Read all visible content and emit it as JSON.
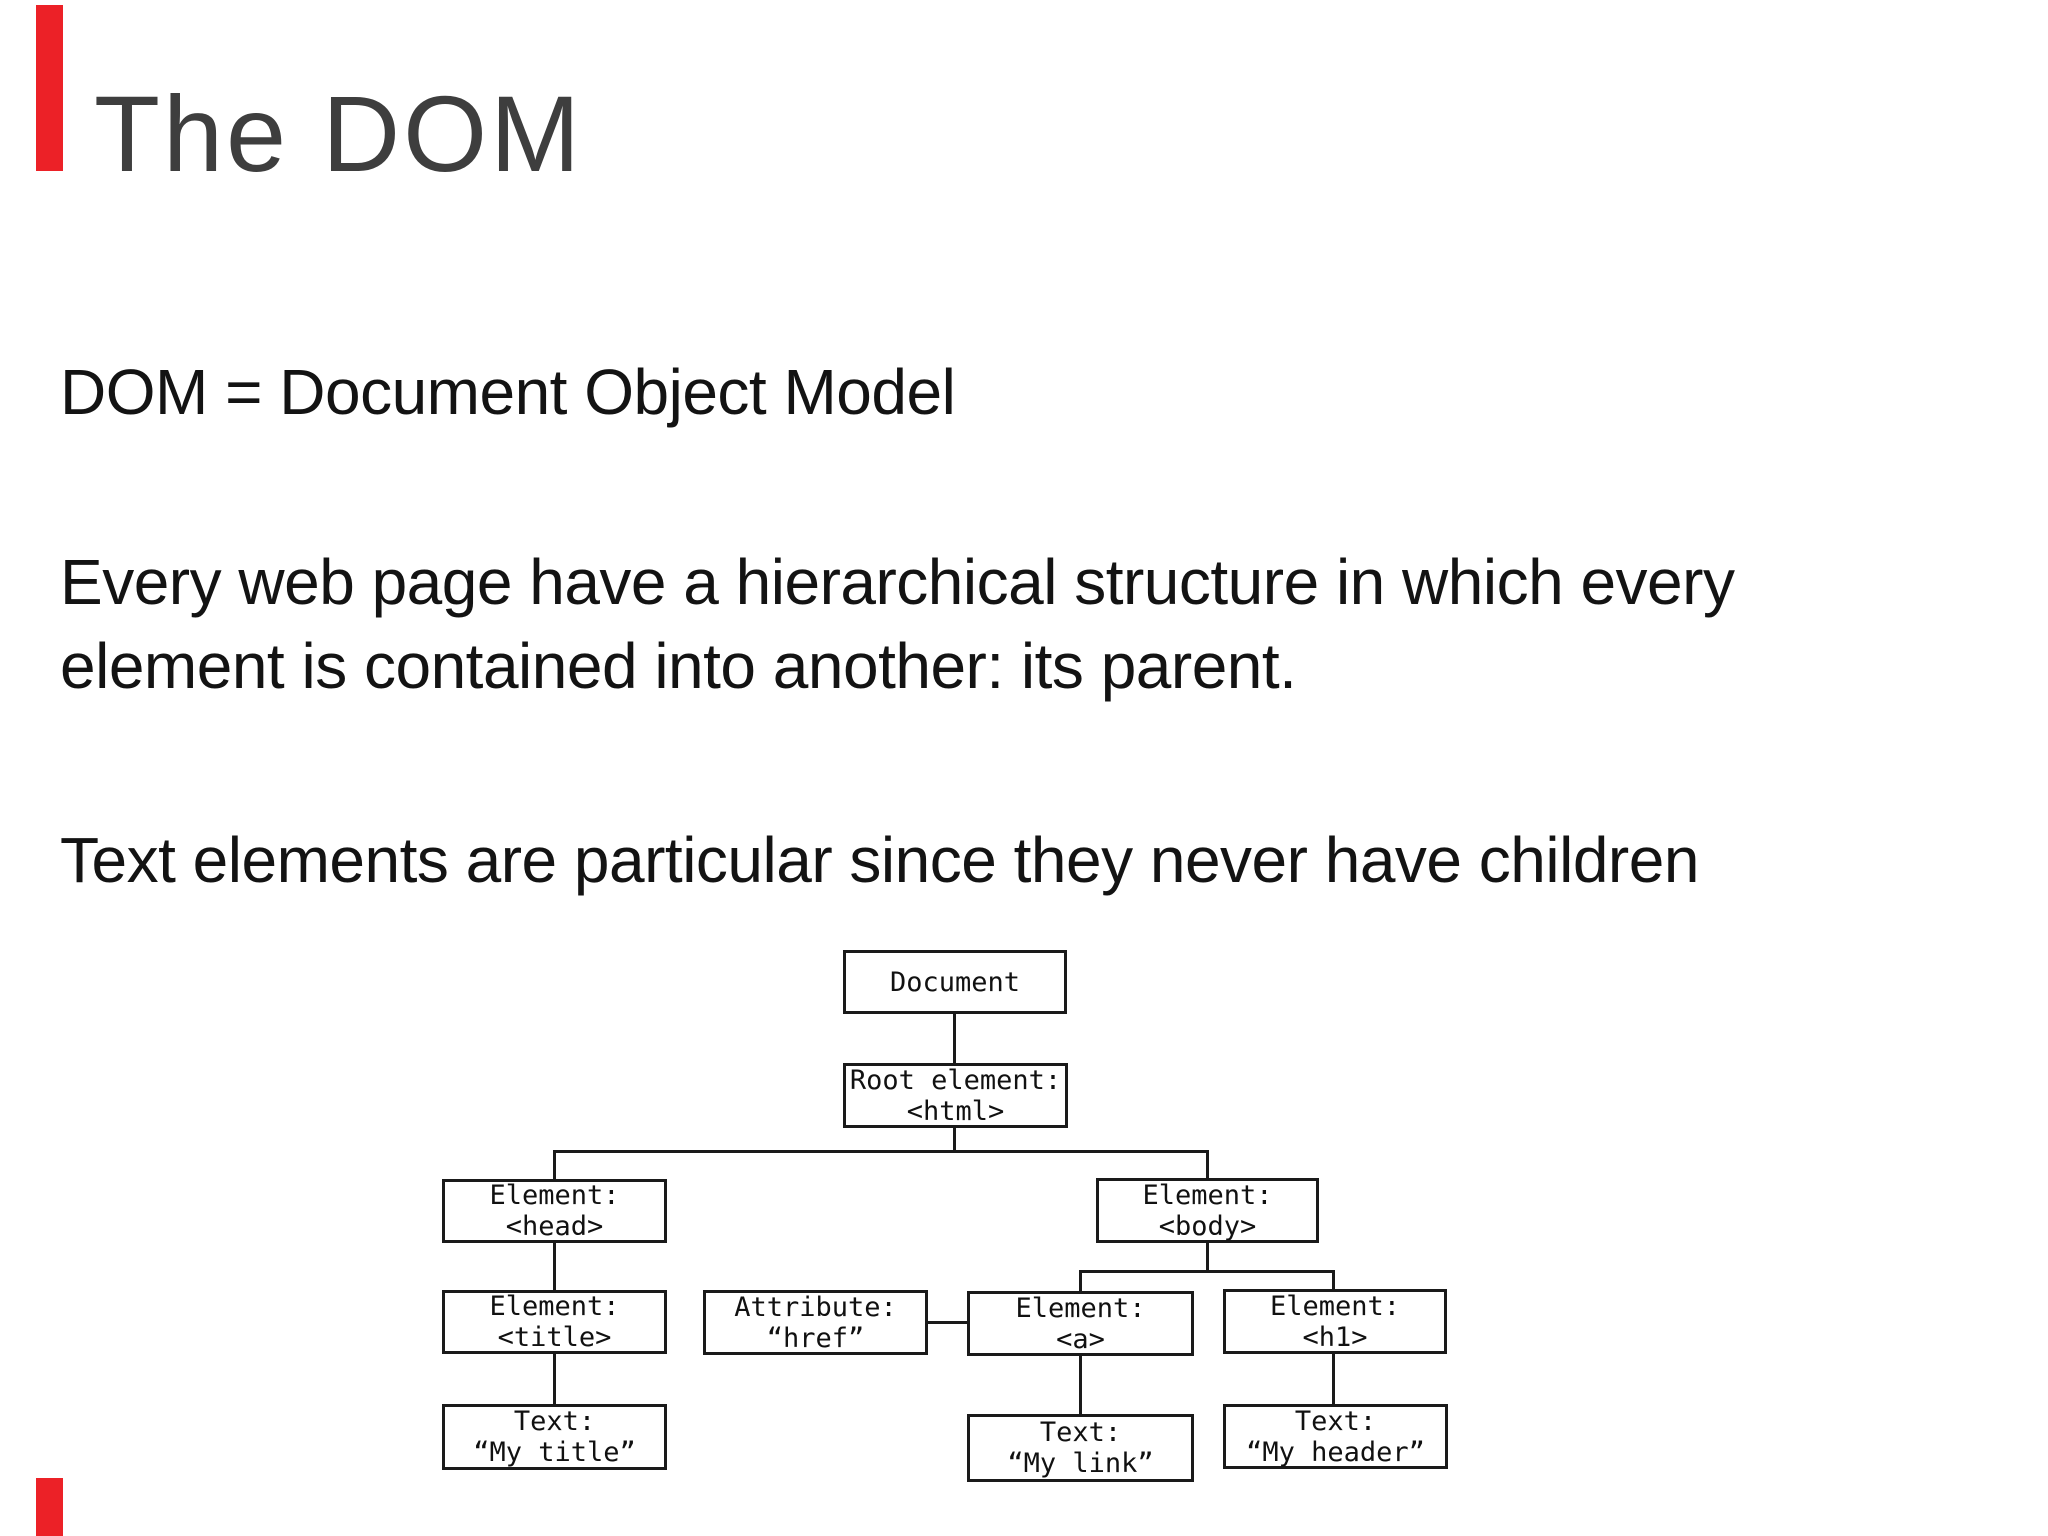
{
  "slide": {
    "title": "The DOM",
    "definition_line": "DOM = Document Object Model",
    "paragraph_structure": "Every web page have a hierarchical structure in which every\nelement is contained into another: its parent.",
    "paragraph_text_elements": "Text elements are particular since they never have children"
  },
  "colors": {
    "accent": "#ec2127",
    "title_color": "#3e3e3e",
    "text_color": "#131313",
    "diagram_color": "#111111",
    "line_color": "#1a1a1a"
  },
  "diagram": {
    "nodes": {
      "document": {
        "line1": "Document",
        "line2": ""
      },
      "root": {
        "line1": "Root element:",
        "line2": "<html>"
      },
      "head": {
        "line1": "Element:",
        "line2": "<head>"
      },
      "body": {
        "line1": "Element:",
        "line2": "<body>"
      },
      "title_el": {
        "line1": "Element:",
        "line2": "<title>"
      },
      "attr": {
        "line1": "Attribute:",
        "line2": "“href”"
      },
      "anchor": {
        "line1": "Element:",
        "line2": "<a>"
      },
      "h1": {
        "line1": "Element:",
        "line2": "<h1>"
      },
      "text_title": {
        "line1": "Text:",
        "line2": "“My title”"
      },
      "text_link": {
        "line1": "Text:",
        "line2": "“My link”"
      },
      "text_header": {
        "line1": "Text:",
        "line2": "“My header”"
      }
    }
  }
}
